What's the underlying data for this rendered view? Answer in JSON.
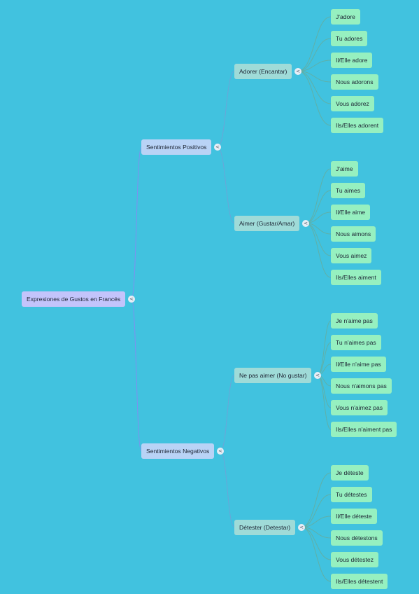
{
  "mindmap": {
    "root": {
      "label": "Expresiones de Gustos en Francés",
      "children": [
        {
          "label": "Sentimientos Positivos",
          "children": [
            {
              "label": "Adorer (Encantar)",
              "children": [
                "J'adore",
                "Tu adores",
                "Il/Elle adore",
                "Nous adorons",
                "Vous adorez",
                "Ils/Elles adorent"
              ]
            },
            {
              "label": "Aimer (Gustar/Amar)",
              "children": [
                "J'aime",
                "Tu aimes",
                "Il/Elle aime",
                "Nous aimons",
                "Vous aimez",
                "Ils/Elles aiment"
              ]
            }
          ]
        },
        {
          "label": "Sentimientos Negativos",
          "children": [
            {
              "label": "Ne pas aimer (No gustar)",
              "children": [
                "Je n'aime pas",
                "Tu n'aimes pas",
                "Il/Elle n'aime pas",
                "Nous n'aimons pas",
                "Vous n'aimez pas",
                "Ils/Elles n'aiment pas"
              ]
            },
            {
              "label": "Détester (Detestar)",
              "children": [
                "Je déteste",
                "Tu détestes",
                "Il/Elle déteste",
                "Nous détestons",
                "Vous détestez",
                "Ils/Elles détestent"
              ]
            }
          ]
        }
      ]
    },
    "toggle_glyph": "<",
    "colors": {
      "background": "#41c2df",
      "root_fill": "#c3c4fb",
      "level1_fill": "#b9d3f6",
      "level2_fill": "#9fdbd8",
      "leaf_fill": "#96f0c0",
      "root_link": "#7f8ff0",
      "level1_link": "#6aa6d8",
      "level2_link": "#5fb0a8"
    }
  }
}
